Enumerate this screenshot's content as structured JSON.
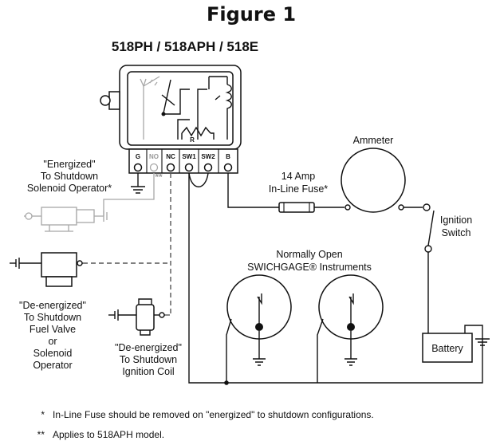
{
  "figure": {
    "title": "Figure 1",
    "models": "518PH / 518APH / 518E"
  },
  "terminals": {
    "g": "G",
    "no": "NO",
    "nc": "NC",
    "sw1": "SW1",
    "sw2": "SW2",
    "b": "B",
    "r": "R",
    "double_star": "**"
  },
  "labels": {
    "energized": [
      "\"Energized\"",
      "To Shutdown",
      "Solenoid Operator*"
    ],
    "deenergized_fuel": [
      "\"De-energized\"",
      "To Shutdown",
      "Fuel Valve",
      "or",
      "Solenoid",
      "Operator"
    ],
    "deenergized_ignition": [
      "\"De-energized\"",
      "To Shutdown",
      "Ignition Coil"
    ],
    "ammeter": "Ammeter",
    "fuse": [
      "14 Amp",
      "In-Line Fuse*"
    ],
    "ignition_switch": [
      "Ignition",
      "Switch"
    ],
    "instruments": [
      "Normally Open",
      "SWICHGAGE® Instruments"
    ],
    "battery": "Battery"
  },
  "notes": [
    {
      "mark": "*",
      "text": "In-Line Fuse should be removed on \"energized\" to shutdown configurations."
    },
    {
      "mark": "**",
      "text": "Applies to 518APH model."
    }
  ],
  "colors": {
    "wire": "#111111",
    "inactive_wire": "#a8a8a8",
    "background": "#ffffff"
  }
}
